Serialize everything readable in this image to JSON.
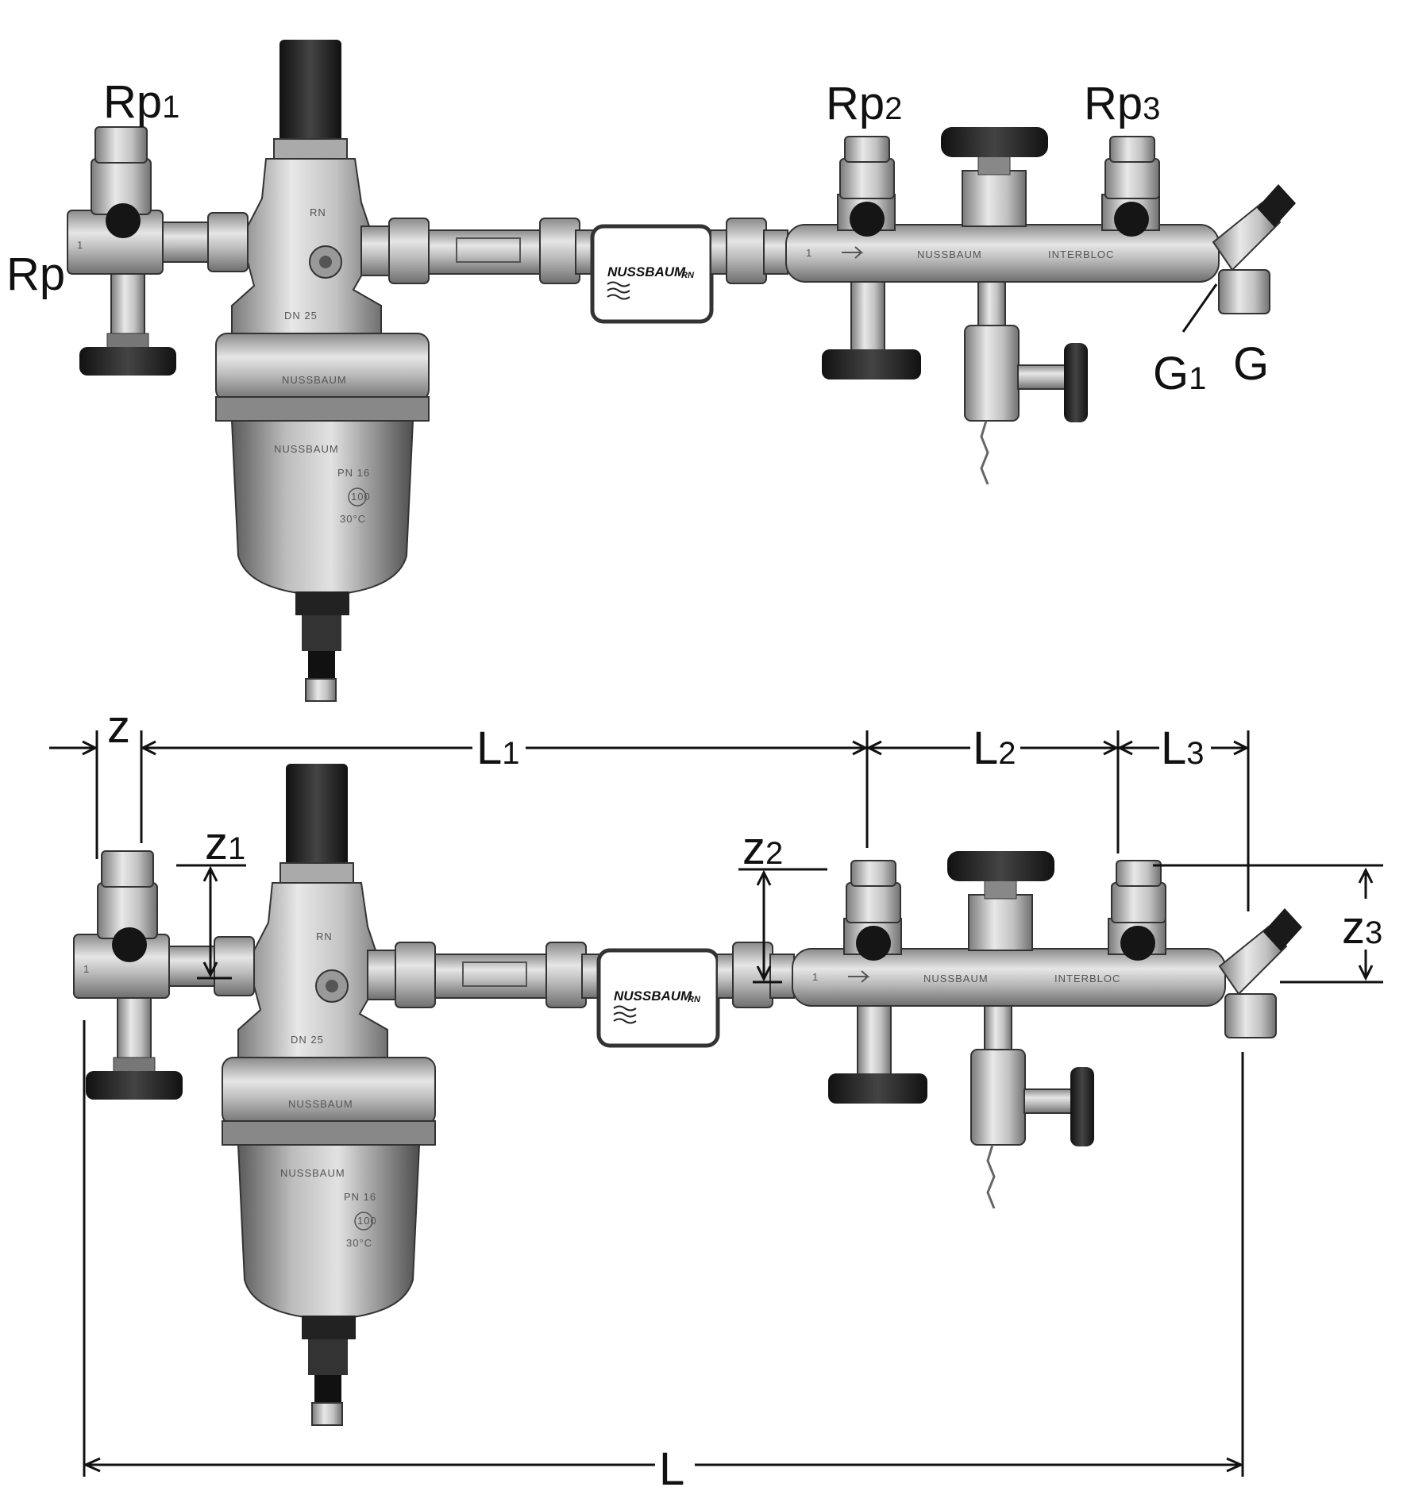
{
  "labels": {
    "rp": "Rp",
    "rp1_main": "Rp",
    "rp1_sub": "1",
    "rp2_main": "Rp",
    "rp2_sub": "2",
    "rp3_main": "Rp",
    "rp3_sub": "3",
    "g": "G",
    "g1_main": "G",
    "g1_sub": "1"
  },
  "dimensions": {
    "z": "z",
    "l1_main": "L",
    "l1_sub": "1",
    "l2_main": "L",
    "l2_sub": "2",
    "l3_main": "L",
    "l3_sub": "3",
    "z1_main": "z",
    "z1_sub": "1",
    "z2_main": "z",
    "z2_sub": "2",
    "z3_main": "z",
    "z3_sub": "3",
    "l": "L"
  },
  "markings": {
    "brand": "NUSSBAUM",
    "brand_suffix": "RN",
    "rn": "RN",
    "dn": "DN 25",
    "manifold_brand": "NUSSBAUM",
    "manifold_name": "INTERBLOC",
    "pn": "PN 16",
    "mesh": "100",
    "temp": "30°C",
    "one": "1"
  }
}
